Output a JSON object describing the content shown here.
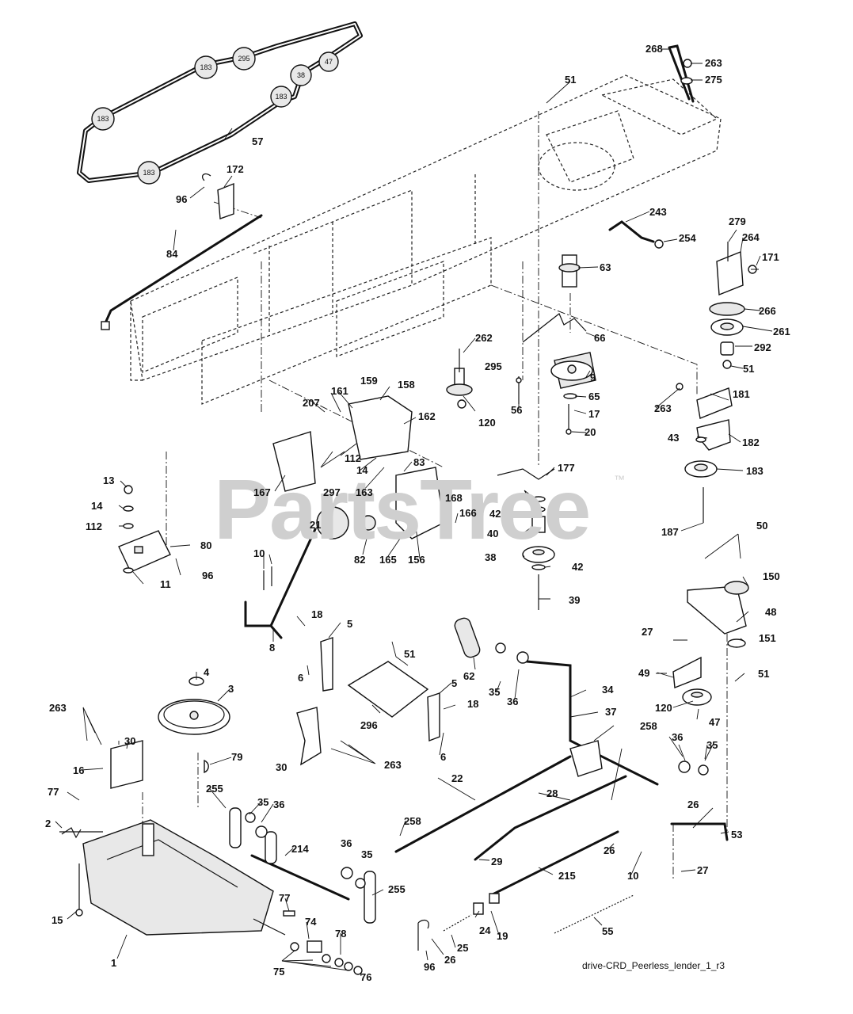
{
  "watermark": {
    "text": "PartsTree",
    "trademark": "™"
  },
  "reference": "drive-CRD_Peerless_lender_1_r3",
  "belt_pulleys": [
    "183",
    "295",
    "47",
    "38",
    "183",
    "183",
    "183"
  ],
  "callouts": [
    {
      "id": "c268",
      "text": "268"
    },
    {
      "id": "c263a",
      "text": "263"
    },
    {
      "id": "c275",
      "text": "275"
    },
    {
      "id": "c51a",
      "text": "51"
    },
    {
      "id": "c57",
      "text": "57"
    },
    {
      "id": "c172",
      "text": "172"
    },
    {
      "id": "c96a",
      "text": "96"
    },
    {
      "id": "c84",
      "text": "84"
    },
    {
      "id": "c243",
      "text": "243"
    },
    {
      "id": "c254",
      "text": "254"
    },
    {
      "id": "c279",
      "text": "279"
    },
    {
      "id": "c264",
      "text": "264"
    },
    {
      "id": "c171",
      "text": "171"
    },
    {
      "id": "c63",
      "text": "63"
    },
    {
      "id": "c266",
      "text": "266"
    },
    {
      "id": "c261",
      "text": "261"
    },
    {
      "id": "c292",
      "text": "292"
    },
    {
      "id": "c51b",
      "text": "51"
    },
    {
      "id": "c262",
      "text": "262"
    },
    {
      "id": "c66",
      "text": "66"
    },
    {
      "id": "c295",
      "text": "295"
    },
    {
      "id": "c9",
      "text": "9"
    },
    {
      "id": "c159",
      "text": "159"
    },
    {
      "id": "c158",
      "text": "158"
    },
    {
      "id": "c161",
      "text": "161"
    },
    {
      "id": "c207",
      "text": "207"
    },
    {
      "id": "c162",
      "text": "162"
    },
    {
      "id": "c120a",
      "text": "120"
    },
    {
      "id": "c56",
      "text": "56"
    },
    {
      "id": "c65",
      "text": "65"
    },
    {
      "id": "c17",
      "text": "17"
    },
    {
      "id": "c20",
      "text": "20"
    },
    {
      "id": "c263b",
      "text": "263"
    },
    {
      "id": "c181",
      "text": "181"
    },
    {
      "id": "c43",
      "text": "43"
    },
    {
      "id": "c182",
      "text": "182"
    },
    {
      "id": "c183",
      "text": "183"
    },
    {
      "id": "c187",
      "text": "187"
    },
    {
      "id": "c112a",
      "text": "112"
    },
    {
      "id": "c14a",
      "text": "14"
    },
    {
      "id": "c83",
      "text": "83"
    },
    {
      "id": "c297",
      "text": "297"
    },
    {
      "id": "c167",
      "text": "167"
    },
    {
      "id": "c163",
      "text": "163"
    },
    {
      "id": "c177",
      "text": "177"
    },
    {
      "id": "c168",
      "text": "168"
    },
    {
      "id": "c166",
      "text": "166"
    },
    {
      "id": "c42a",
      "text": "42"
    },
    {
      "id": "c40",
      "text": "40"
    },
    {
      "id": "c38",
      "text": "38"
    },
    {
      "id": "c42b",
      "text": "42"
    },
    {
      "id": "c39",
      "text": "39"
    },
    {
      "id": "c13",
      "text": "13"
    },
    {
      "id": "c14b",
      "text": "14"
    },
    {
      "id": "c112b",
      "text": "112"
    },
    {
      "id": "c80",
      "text": "80"
    },
    {
      "id": "c96b",
      "text": "96"
    },
    {
      "id": "c11",
      "text": "11"
    },
    {
      "id": "c21",
      "text": "21"
    },
    {
      "id": "c82",
      "text": "82"
    },
    {
      "id": "c165",
      "text": "165"
    },
    {
      "id": "c156",
      "text": "156"
    },
    {
      "id": "c10a",
      "text": "10"
    },
    {
      "id": "c8",
      "text": "8"
    },
    {
      "id": "c50",
      "text": "50"
    },
    {
      "id": "c150",
      "text": "150"
    },
    {
      "id": "c48",
      "text": "48"
    },
    {
      "id": "c27a",
      "text": "27"
    },
    {
      "id": "c151",
      "text": "151"
    },
    {
      "id": "c18a",
      "text": "18"
    },
    {
      "id": "c5a",
      "text": "5"
    },
    {
      "id": "c6a",
      "text": "6"
    },
    {
      "id": "c51c",
      "text": "51"
    },
    {
      "id": "c62",
      "text": "62"
    },
    {
      "id": "c35a",
      "text": "35"
    },
    {
      "id": "c36a",
      "text": "36"
    },
    {
      "id": "c5b",
      "text": "5"
    },
    {
      "id": "c34",
      "text": "34"
    },
    {
      "id": "c49",
      "text": "49"
    },
    {
      "id": "c51d",
      "text": "51"
    },
    {
      "id": "c4",
      "text": "4"
    },
    {
      "id": "c3",
      "text": "3"
    },
    {
      "id": "c37",
      "text": "37"
    },
    {
      "id": "c120b",
      "text": "120"
    },
    {
      "id": "c47",
      "text": "47"
    },
    {
      "id": "c263c",
      "text": "263"
    },
    {
      "id": "c30a",
      "text": "30"
    },
    {
      "id": "c18b",
      "text": "18"
    },
    {
      "id": "c296",
      "text": "296"
    },
    {
      "id": "c258a",
      "text": "258"
    },
    {
      "id": "c6b",
      "text": "6"
    },
    {
      "id": "c36b",
      "text": "36"
    },
    {
      "id": "c35b",
      "text": "35"
    },
    {
      "id": "c16",
      "text": "16"
    },
    {
      "id": "c79",
      "text": "79"
    },
    {
      "id": "c30b",
      "text": "30"
    },
    {
      "id": "c263d",
      "text": "263"
    },
    {
      "id": "c22",
      "text": "22"
    },
    {
      "id": "c77a",
      "text": "77"
    },
    {
      "id": "c255a",
      "text": "255"
    },
    {
      "id": "c35c",
      "text": "35"
    },
    {
      "id": "c36c",
      "text": "36"
    },
    {
      "id": "c28",
      "text": "28"
    },
    {
      "id": "c2",
      "text": "2"
    },
    {
      "id": "c26a",
      "text": "26"
    },
    {
      "id": "c214",
      "text": "214"
    },
    {
      "id": "c258b",
      "text": "258"
    },
    {
      "id": "c53",
      "text": "53"
    },
    {
      "id": "c36d",
      "text": "36"
    },
    {
      "id": "c35d",
      "text": "35"
    },
    {
      "id": "c29",
      "text": "29"
    },
    {
      "id": "c26b",
      "text": "26"
    },
    {
      "id": "c10b",
      "text": "10"
    },
    {
      "id": "c215",
      "text": "215"
    },
    {
      "id": "c15",
      "text": "15"
    },
    {
      "id": "c255b",
      "text": "255"
    },
    {
      "id": "c27b",
      "text": "27"
    },
    {
      "id": "c77b",
      "text": "77"
    },
    {
      "id": "c74",
      "text": "74"
    },
    {
      "id": "c24",
      "text": "24"
    },
    {
      "id": "c19",
      "text": "19"
    },
    {
      "id": "c55",
      "text": "55"
    },
    {
      "id": "c1",
      "text": "1"
    },
    {
      "id": "c25",
      "text": "25"
    },
    {
      "id": "c78",
      "text": "78"
    },
    {
      "id": "c76",
      "text": "76"
    },
    {
      "id": "c75",
      "text": "75"
    },
    {
      "id": "c96c",
      "text": "96"
    },
    {
      "id": "c26c",
      "text": "26"
    }
  ]
}
